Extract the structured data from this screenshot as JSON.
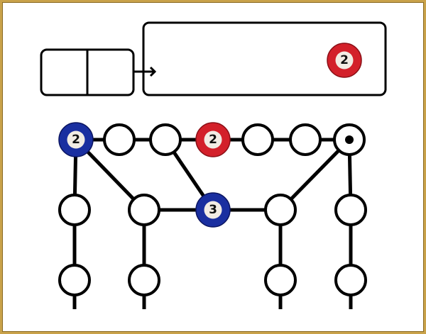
{
  "colors": {
    "frame": "#c9a24a",
    "red_ball": "#d3202a",
    "blue_ball": "#1a2fa0",
    "line": "#000000"
  },
  "reserve": {
    "ball": {
      "number": "2",
      "color": "red"
    }
  },
  "board": {
    "balls": [
      {
        "node": "t0",
        "number": "2",
        "color": "blue"
      },
      {
        "node": "t3",
        "number": "2",
        "color": "red"
      },
      {
        "node": "m2",
        "number": "3",
        "color": "blue"
      }
    ],
    "marked_node": "t6"
  }
}
